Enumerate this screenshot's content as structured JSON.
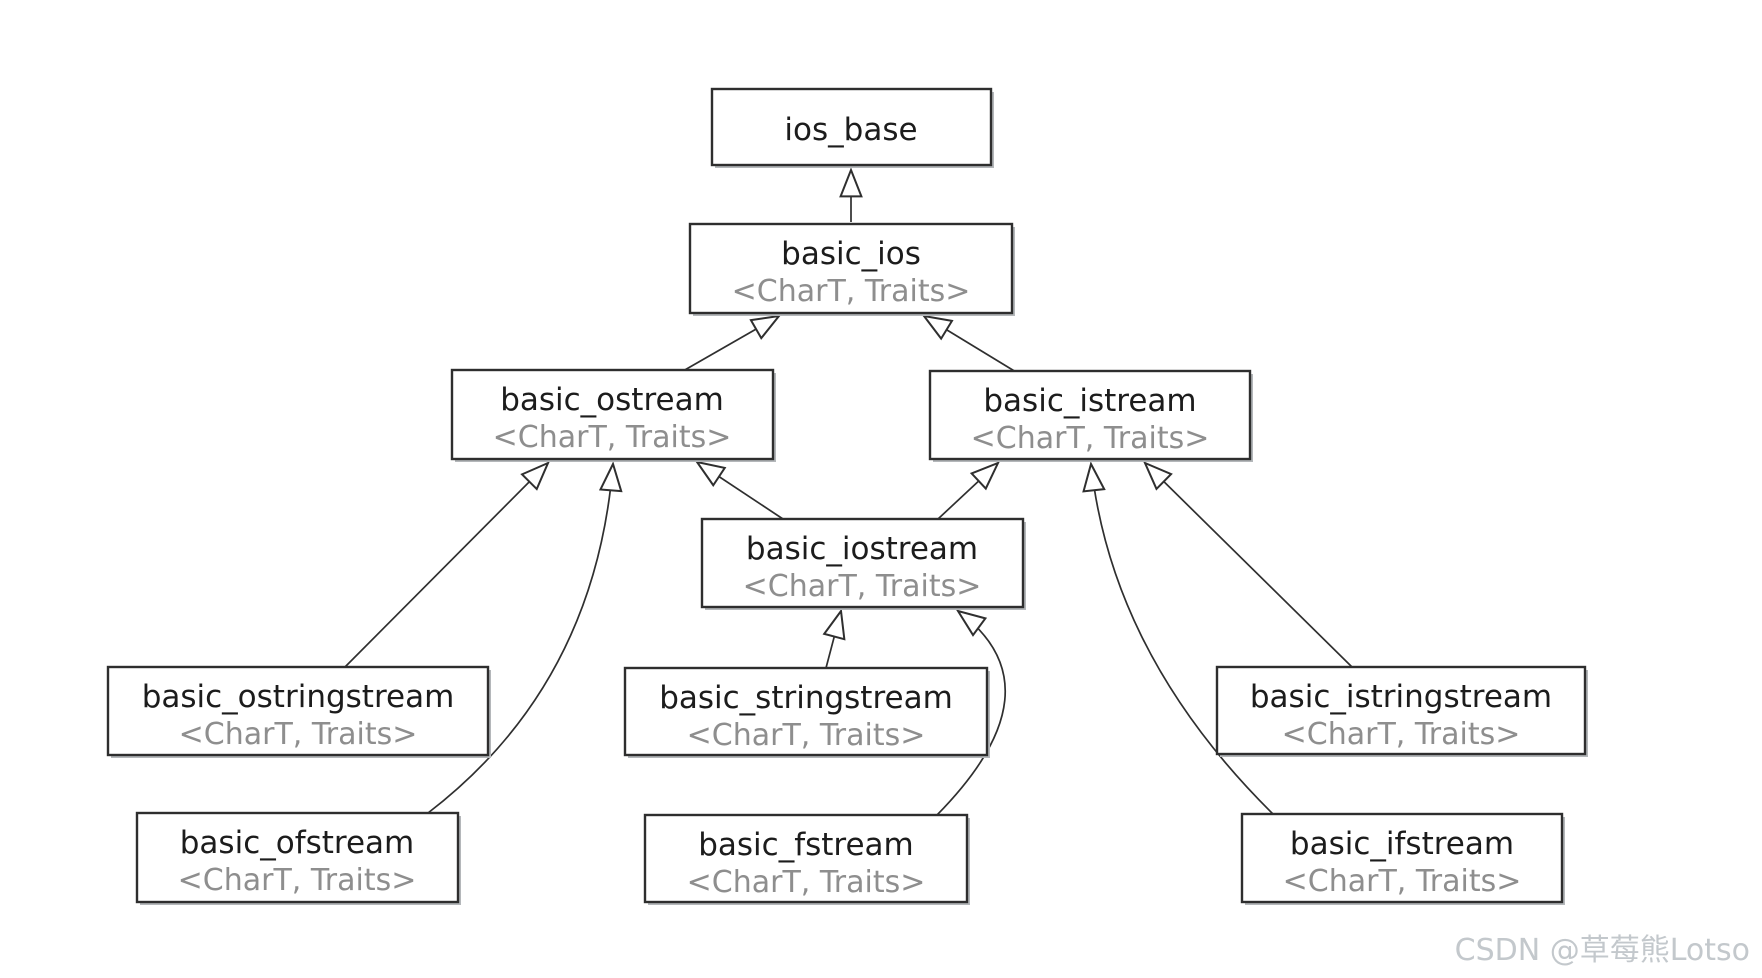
{
  "diagram_type": "uml-class-inheritance",
  "colors": {
    "background": "#ffffff",
    "box_border": "#2e2e2e",
    "box_fill": "#ffffff",
    "box_shadow": "#b4b7ba",
    "class_name_text": "#1c1c1c",
    "template_text": "#8e8e8e",
    "arrow_line": "#2f2f2f",
    "watermark_text": "#c3c8cc"
  },
  "nodes": [
    {
      "id": "ios_base",
      "name": "ios_base",
      "template": ""
    },
    {
      "id": "basic_ios",
      "name": "basic_ios",
      "template": "<CharT, Traits>"
    },
    {
      "id": "basic_ostream",
      "name": "basic_ostream",
      "template": "<CharT, Traits>"
    },
    {
      "id": "basic_istream",
      "name": "basic_istream",
      "template": "<CharT, Traits>"
    },
    {
      "id": "basic_iostream",
      "name": "basic_iostream",
      "template": "<CharT, Traits>"
    },
    {
      "id": "basic_ostringstream",
      "name": "basic_ostringstream",
      "template": "<CharT, Traits>"
    },
    {
      "id": "basic_stringstream",
      "name": "basic_stringstream",
      "template": "<CharT, Traits>"
    },
    {
      "id": "basic_istringstream",
      "name": "basic_istringstream",
      "template": "<CharT, Traits>"
    },
    {
      "id": "basic_ofstream",
      "name": "basic_ofstream",
      "template": "<CharT, Traits>"
    },
    {
      "id": "basic_fstream",
      "name": "basic_fstream",
      "template": "<CharT, Traits>"
    },
    {
      "id": "basic_ifstream",
      "name": "basic_ifstream",
      "template": "<CharT, Traits>"
    }
  ],
  "edges": [
    {
      "from": "basic_ios",
      "to": "ios_base",
      "shape": "straight"
    },
    {
      "from": "basic_ostream",
      "to": "basic_ios",
      "shape": "straight"
    },
    {
      "from": "basic_istream",
      "to": "basic_ios",
      "shape": "straight"
    },
    {
      "from": "basic_iostream",
      "to": "basic_ostream",
      "shape": "straight"
    },
    {
      "from": "basic_iostream",
      "to": "basic_istream",
      "shape": "straight"
    },
    {
      "from": "basic_ostringstream",
      "to": "basic_ostream",
      "shape": "straight"
    },
    {
      "from": "basic_stringstream",
      "to": "basic_iostream",
      "shape": "straight"
    },
    {
      "from": "basic_istringstream",
      "to": "basic_istream",
      "shape": "straight"
    },
    {
      "from": "basic_ofstream",
      "to": "basic_ostream",
      "shape": "curved"
    },
    {
      "from": "basic_fstream",
      "to": "basic_iostream",
      "shape": "curved"
    },
    {
      "from": "basic_ifstream",
      "to": "basic_istream",
      "shape": "curved"
    }
  ],
  "watermark": {
    "text": "CSDN @草莓熊Lotso"
  }
}
